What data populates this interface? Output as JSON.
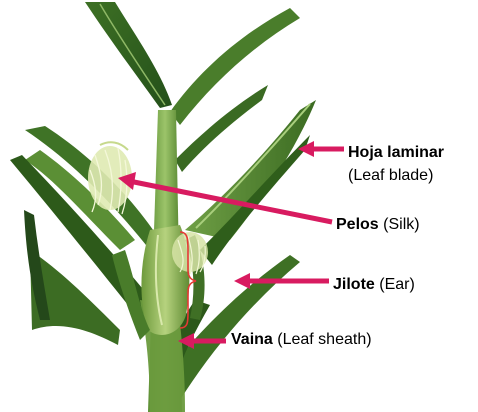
{
  "labels": {
    "leaf_blade": {
      "term": "Hoja laminar",
      "gloss": "(Leaf blade)"
    },
    "silk": {
      "term": "Pelos",
      "gloss": "(Silk)"
    },
    "ear": {
      "term": "Jilote",
      "gloss": "(Ear)"
    },
    "sheath": {
      "term": "Vaina",
      "gloss": "(Leaf sheath)"
    }
  },
  "colors": {
    "arrow": "#d81b60",
    "brace": "#e53935",
    "leaf_dark": "#2f5f1e",
    "leaf_mid": "#4f8a2e",
    "leaf_light": "#7fae4f",
    "silk": "#e8f1c4"
  }
}
